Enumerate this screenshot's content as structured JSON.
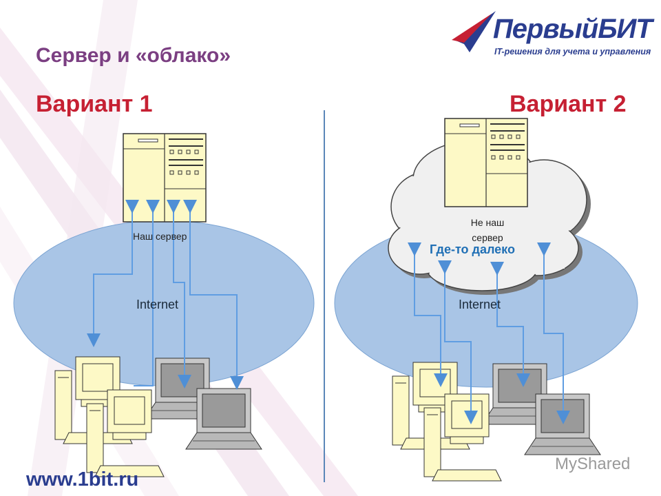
{
  "header": {
    "title": "Сервер и «облако»",
    "logo_name": "ПервыйБИТ",
    "logo_tagline": "IT-решения для учета и управления"
  },
  "variants": [
    {
      "heading": "Вариант 1",
      "server_label": "Наш сервер",
      "network_label": "Internet"
    },
    {
      "heading": "Вариант 2",
      "server_label": "Не наш сервер",
      "location_label": "Где-то далеко",
      "network_label": "Internet"
    }
  ],
  "footer": {
    "site": "www.1bit.ru"
  },
  "watermark": "MyShared",
  "colors": {
    "title": "#7b3f82",
    "heading": "#c62033",
    "brand": "#2a3d8f",
    "ellipse": "#a9c5e6",
    "arrow": "#6aa0dc",
    "server_fill": "#fdf9c6"
  }
}
